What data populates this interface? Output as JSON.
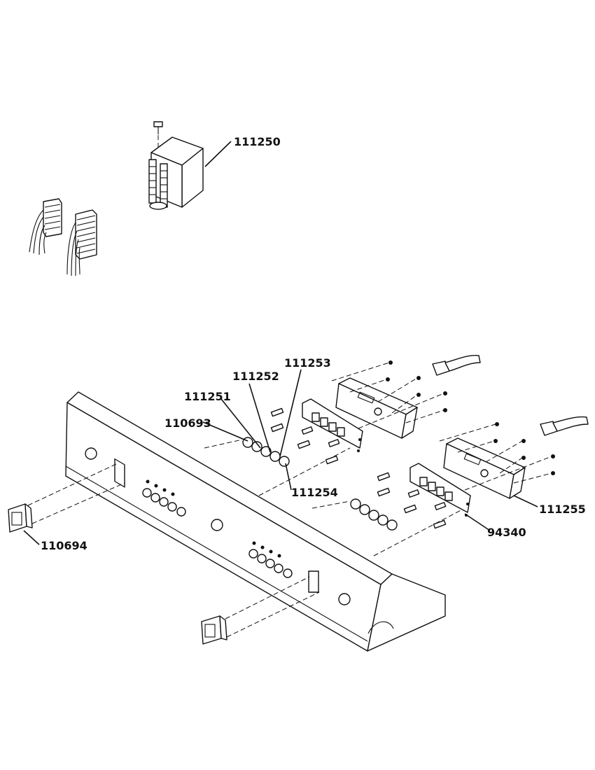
{
  "parts": {
    "p111250": "111250",
    "p111253": "111253",
    "p111252": "111252",
    "p111251": "111251",
    "p110693": "110693",
    "p111254": "111254",
    "p111255": "111255",
    "p94340": "94340",
    "p110694": "110694"
  },
  "colors": {
    "ink": "#111111",
    "paper": "#ffffff"
  }
}
